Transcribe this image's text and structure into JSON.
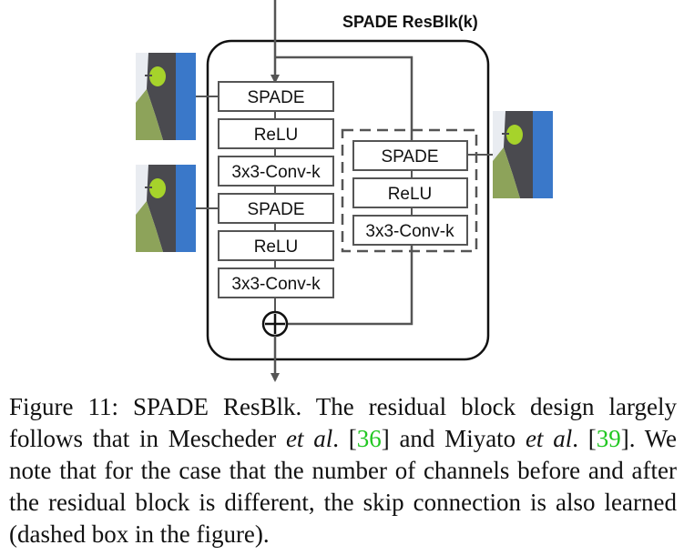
{
  "diagram": {
    "title": "SPADE ResBlk(k)",
    "main_path": [
      {
        "id": "spade-1",
        "label": "SPADE"
      },
      {
        "id": "relu-1",
        "label": "ReLU"
      },
      {
        "id": "conv-1",
        "label": "3x3-Conv-k"
      },
      {
        "id": "spade-2",
        "label": "SPADE"
      },
      {
        "id": "relu-2",
        "label": "ReLU"
      },
      {
        "id": "conv-2",
        "label": "3x3-Conv-k"
      }
    ],
    "skip_path": [
      {
        "id": "skip-spade",
        "label": "SPADE"
      },
      {
        "id": "skip-relu",
        "label": "ReLU"
      },
      {
        "id": "skip-conv",
        "label": "3x3-Conv-k"
      }
    ],
    "sum_symbol": "+",
    "colors": {
      "stroke": "#555555",
      "segmap_blue": "#3a78c9",
      "segmap_dark": "#4a4a4f",
      "segmap_green": "#8da35a",
      "segmap_tree": "#a6d32b",
      "segmap_bg": "#e9ecf1",
      "citation": "#22c722"
    }
  },
  "caption": {
    "label": "Figure 11:",
    "title": "SPADE ResBlk.",
    "text_1": "The residual block design largely follows that in Mescheder",
    "et_al_1": "et al",
    "text_2": ". [",
    "cite_1": "36",
    "text_3": "] and Miyato",
    "et_al_2": "et al",
    "text_4": ". [",
    "cite_2": "39",
    "text_5": "]. We note that for the case that the number of channels before and after the residual block is different, the skip connection is also learned (dashed box in the figure)."
  }
}
